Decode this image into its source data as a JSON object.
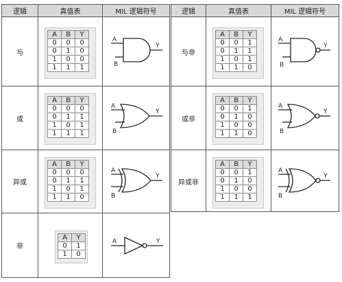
{
  "headers": [
    "逻辑",
    "真值表",
    "MIL 逻辑符号",
    "逻辑",
    "真值表",
    "MIL 逻辑符号"
  ],
  "gates": [
    {
      "name": "与",
      "cols": [
        "A",
        "B",
        "Y"
      ],
      "rows": [
        [
          "0",
          "0",
          "0"
        ],
        [
          "0",
          "1",
          "0"
        ],
        [
          "1",
          "0",
          "0"
        ],
        [
          "1",
          "1",
          "1"
        ]
      ],
      "labels": [
        "A",
        "B",
        "Y"
      ]
    },
    {
      "name": "或",
      "cols": [
        "A",
        "B",
        "Y"
      ],
      "rows": [
        [
          "0",
          "0",
          "0"
        ],
        [
          "0",
          "1",
          "1"
        ],
        [
          "1",
          "0",
          "1"
        ],
        [
          "1",
          "1",
          "1"
        ]
      ],
      "labels": [
        "A",
        "B",
        "Y"
      ]
    },
    {
      "name": "异或",
      "cols": [
        "A",
        "B",
        "Y"
      ],
      "rows": [
        [
          "0",
          "0",
          "0"
        ],
        [
          "0",
          "1",
          "1"
        ],
        [
          "1",
          "0",
          "1"
        ],
        [
          "1",
          "1",
          "0"
        ]
      ],
      "labels": [
        "A",
        "B",
        "Y"
      ]
    },
    {
      "name": "非",
      "cols": [
        "A",
        "Y"
      ],
      "rows": [
        [
          "0",
          "1"
        ],
        [
          "1",
          "0"
        ]
      ],
      "labels": [
        "A",
        "Y"
      ]
    },
    {
      "name": "与非",
      "cols": [
        "A",
        "B",
        "Y"
      ],
      "rows": [
        [
          "0",
          "0",
          "1"
        ],
        [
          "0",
          "1",
          "1"
        ],
        [
          "1",
          "0",
          "1"
        ],
        [
          "1",
          "1",
          "0"
        ]
      ],
      "labels": [
        "A",
        "B",
        "Y"
      ]
    },
    {
      "name": "或非",
      "cols": [
        "A",
        "B",
        "Y"
      ],
      "rows": [
        [
          "0",
          "0",
          "1"
        ],
        [
          "0",
          "1",
          "0"
        ],
        [
          "1",
          "0",
          "0"
        ],
        [
          "1",
          "1",
          "0"
        ]
      ],
      "labels": [
        "A",
        "B",
        "Y"
      ]
    },
    {
      "name": "异或非",
      "cols": [
        "A",
        "B",
        "Y"
      ],
      "rows": [
        [
          "0",
          "0",
          "1"
        ],
        [
          "0",
          "1",
          "0"
        ],
        [
          "1",
          "0",
          "0"
        ],
        [
          "1",
          "1",
          "1"
        ]
      ],
      "labels": [
        "A",
        "B",
        "Y"
      ]
    }
  ]
}
